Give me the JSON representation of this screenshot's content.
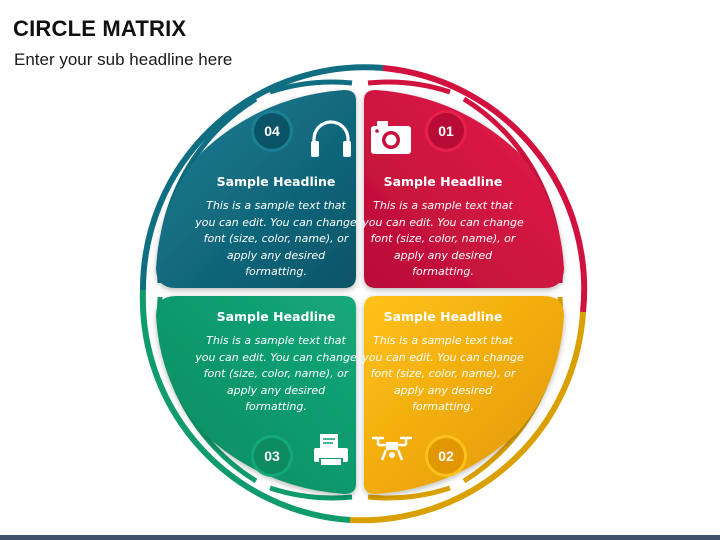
{
  "header": {
    "title": "CIRCLE MATRIX",
    "subtitle": "Enter your sub headline here"
  },
  "colors": {
    "teal": "#0f6e82",
    "red": "#d1123f",
    "green": "#0f9b6d",
    "yellow": "#f2ae00",
    "bottom_bar": "#3d5168"
  },
  "quadrants": [
    {
      "number": "04",
      "color_name": "teal",
      "icon": "headphones-icon",
      "headline": "Sample Headline",
      "text": "This is a sample text that you can edit. You can change font (size, color, name), or apply any desired formatting."
    },
    {
      "number": "01",
      "color_name": "red",
      "icon": "camera-icon",
      "headline": "Sample Headline",
      "text": "This is a sample text that you can edit. You can change font (size, color, name), or apply any desired formatting."
    },
    {
      "number": "03",
      "color_name": "green",
      "icon": "printer-icon",
      "headline": "Sample Headline",
      "text": "This is a sample text that you can edit. You can change font (size, color, name), or apply any desired formatting."
    },
    {
      "number": "02",
      "color_name": "yellow",
      "icon": "drone-icon",
      "headline": "Sample Headline",
      "text": "This is a sample text that you can edit. You can change font (size, color, name), or apply any desired formatting."
    }
  ]
}
